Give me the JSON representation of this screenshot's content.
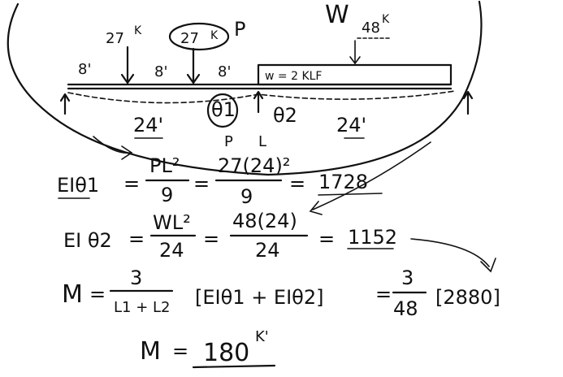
{
  "beam": {
    "loads": {
      "point_load_1": "27",
      "point_load_1_unit": "K",
      "point_load_2": "27",
      "point_load_2_unit": "K",
      "point_load_2_tag": "P",
      "resultant_symbol": "W",
      "resultant_value": "48",
      "resultant_unit": "K",
      "distributed_load": "w = 2 KLF"
    },
    "segments": [
      "8'",
      "8'",
      "8'"
    ],
    "spans": [
      "24'",
      "24'"
    ],
    "rotations": [
      "θ1",
      "θ2"
    ]
  },
  "equations": {
    "eq1": {
      "lhs": "EIθ1",
      "frac1_num": "PL²",
      "frac1_den": "9",
      "frac2_num": "27(24)²",
      "frac2_den": "9",
      "result": "1728",
      "note_p": "P",
      "note_l": "L"
    },
    "eq2": {
      "lhs": "EI θ2",
      "frac1_num": "WL²",
      "frac1_den": "24",
      "frac2_num": "48(24)",
      "frac2_den": "24",
      "result": "1152"
    },
    "eq3": {
      "lhs": "M",
      "frac_num": "3",
      "frac_den": "L1 + L2",
      "bracket": "[EIθ1 + EIθ2]",
      "frac2_num": "3",
      "frac2_den": "48",
      "result": "[2880]"
    },
    "eq4": {
      "lhs": "M",
      "result": "180",
      "unit": "K'"
    }
  }
}
